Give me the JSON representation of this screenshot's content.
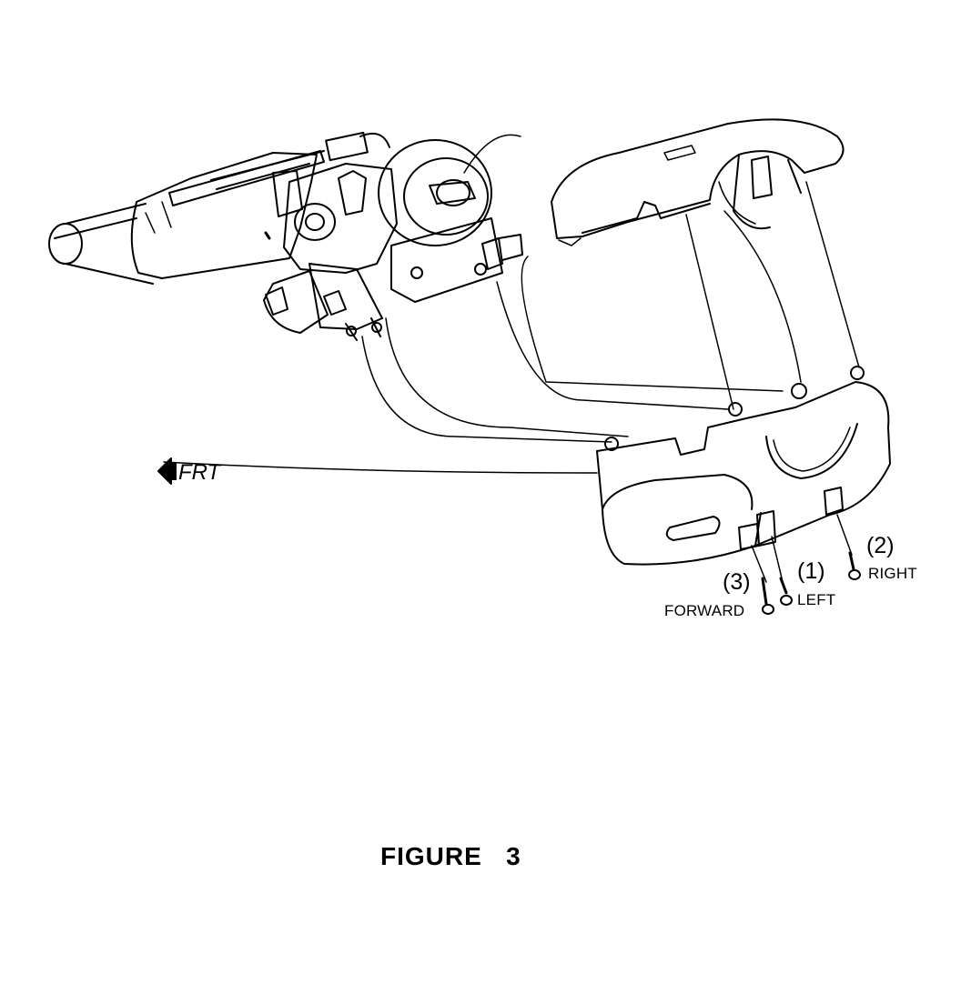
{
  "figure": {
    "title": "FIGURE   3"
  },
  "direction": {
    "label": "FRT",
    "icon": "arrow-left-icon"
  },
  "callouts": [
    {
      "number": "(1)",
      "label": "LEFT"
    },
    {
      "number": "(2)",
      "label": "RIGHT"
    },
    {
      "number": "(3)",
      "label": "FORWARD"
    }
  ],
  "colors": {
    "ink": "#000000",
    "paper": "#ffffff"
  }
}
